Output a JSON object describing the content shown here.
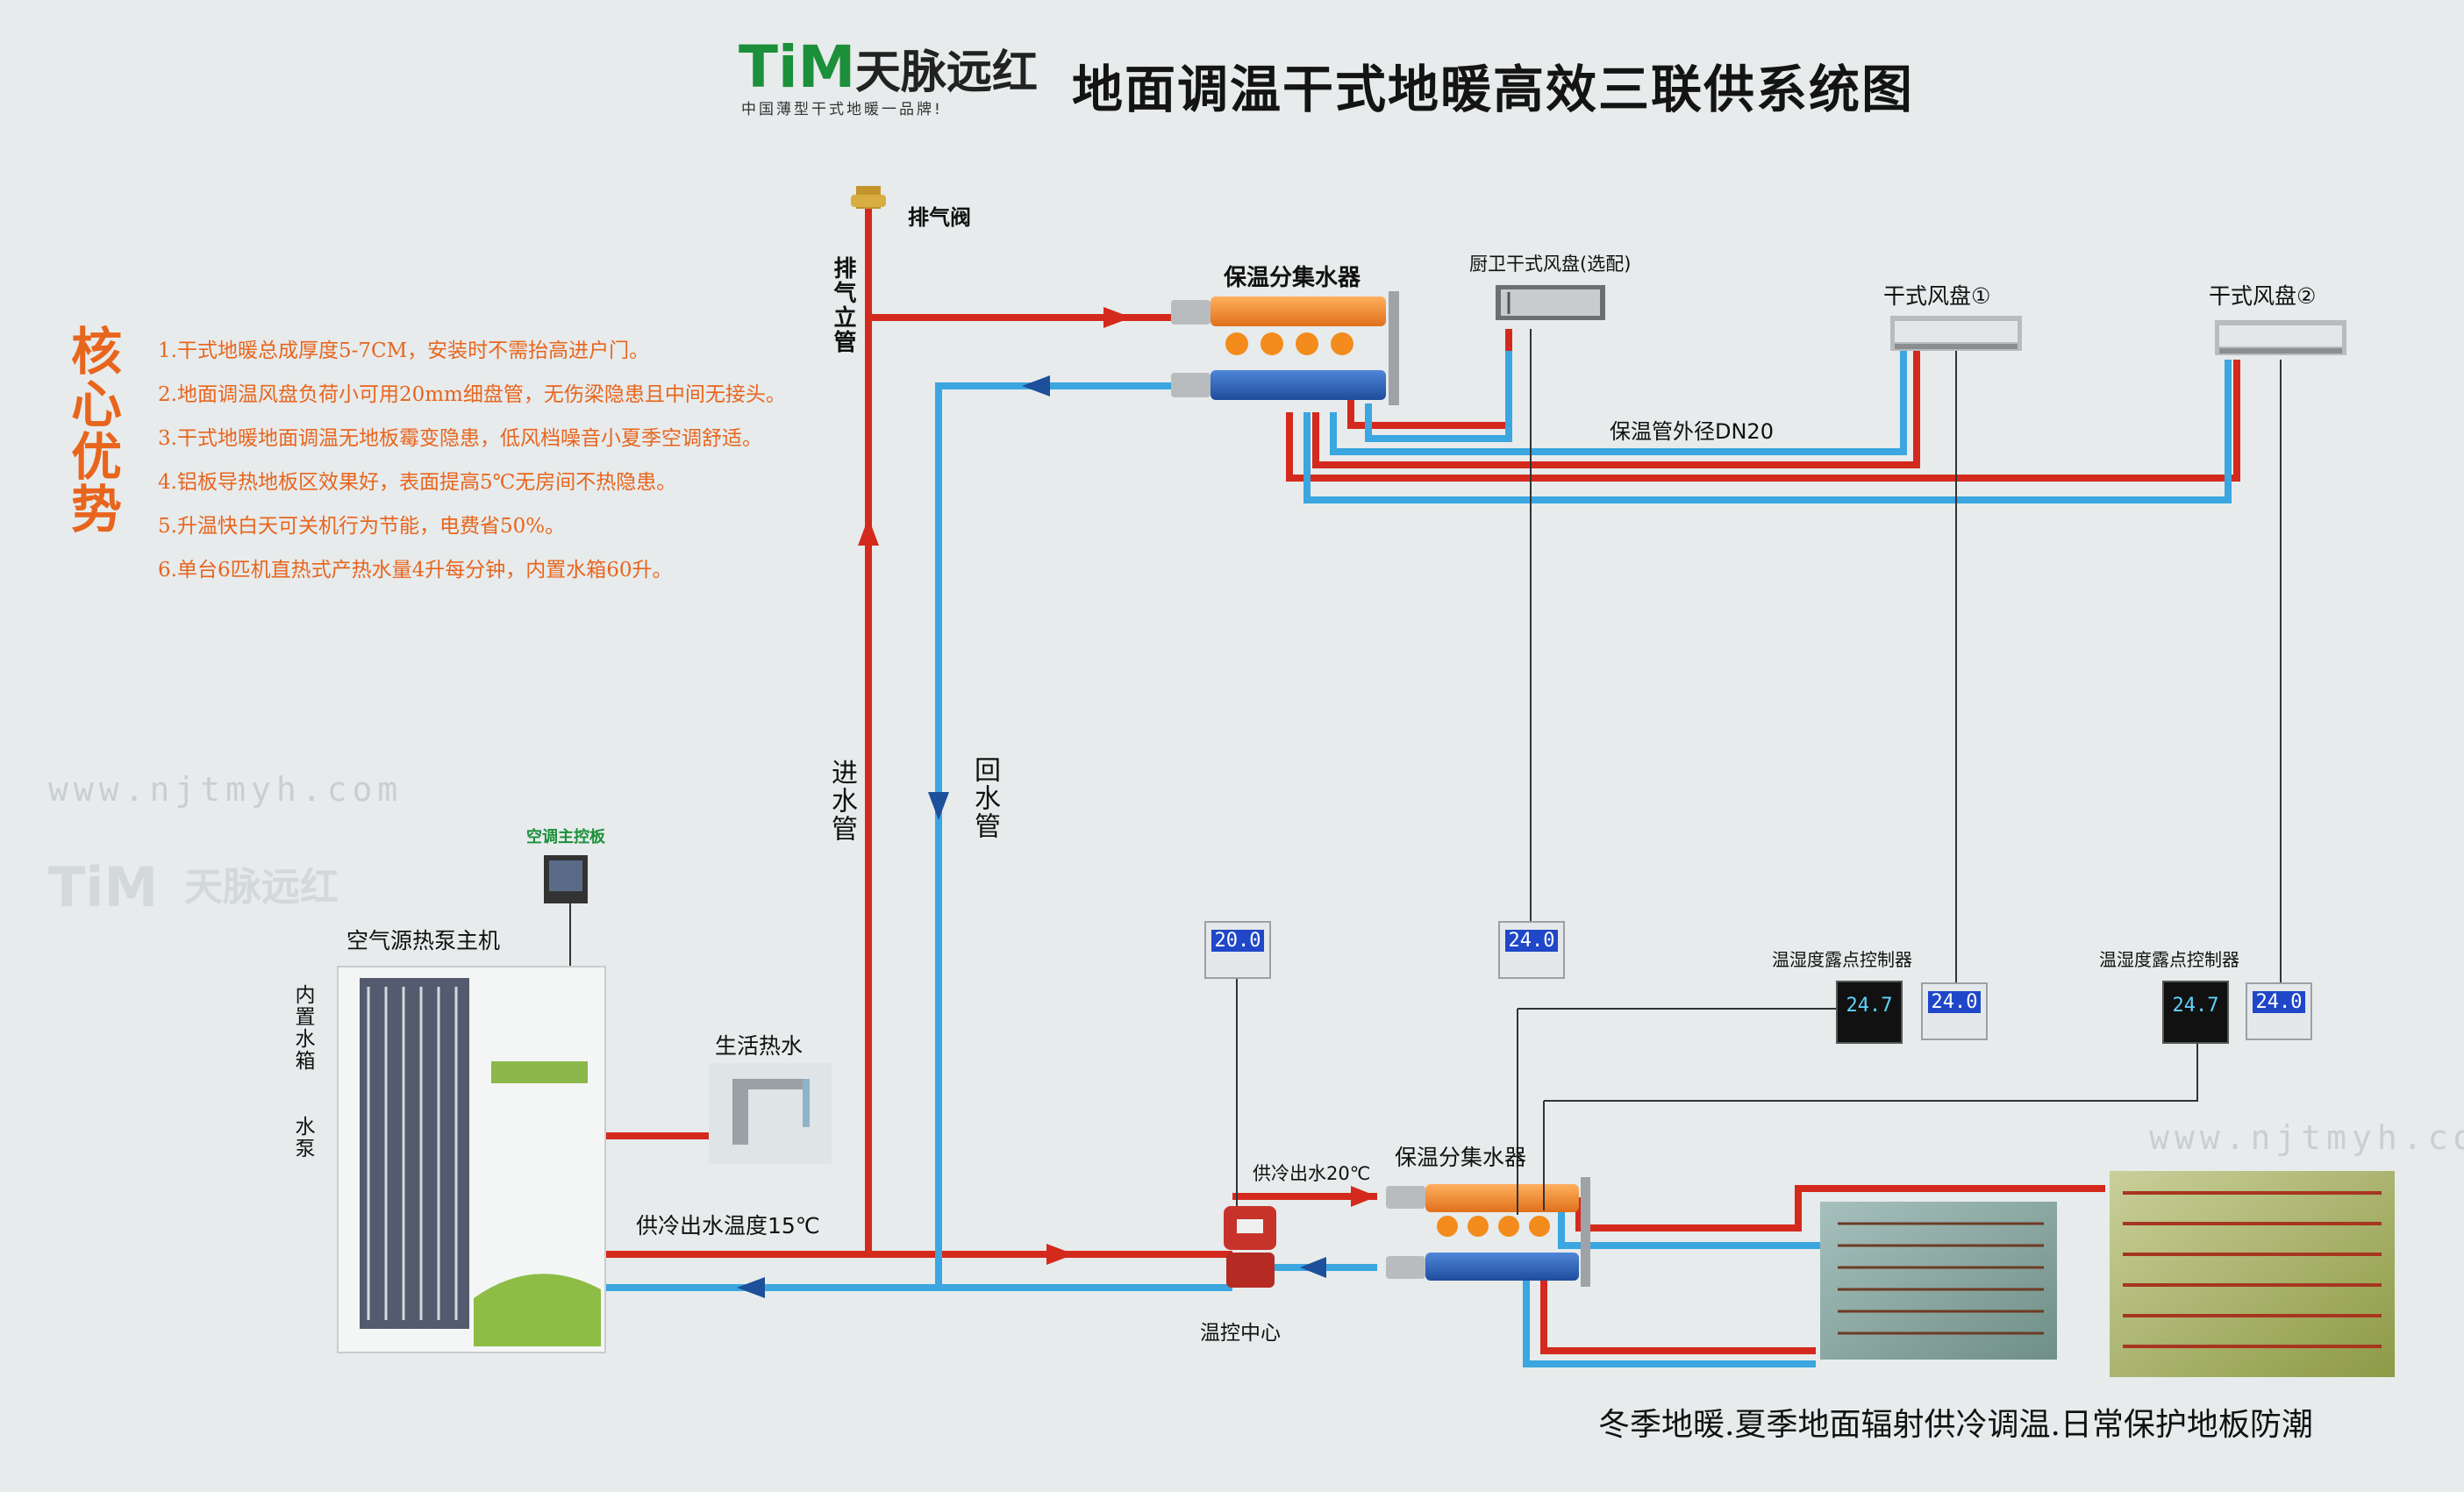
{
  "logo": {
    "mark": "TiM",
    "name": "天脉远红",
    "slogan": "中国薄型干式地暖一品牌!"
  },
  "title": "地面调温干式地暖高效三联供系统图",
  "advantages": {
    "heading": "核心优势",
    "items": [
      "1.干式地暖总成厚度5-7CM，安装时不需抬高进户门。",
      "2.地面调温风盘负荷小可用20mm细盘管，无伤梁隐患且中间无接头。",
      "3.干式地暖地面调温无地板霉变隐患，低风档噪音小夏季空调舒适。",
      "4.铝板导热地板区效果好，表面提高5℃无房间不热隐患。",
      "5.升温快白天可关机行为节能，电费省50%。",
      "6.单台6匹机直热式产热水量4升每分钟，内置水箱60升。"
    ]
  },
  "labels": {
    "exhaust_valve": "排气阀",
    "exhaust_riser": "排气立管",
    "manifold_top": "保温分集水器",
    "kitchen_fan": "厨卫干式风盘(选配)",
    "fan_coil_1": "干式风盘①",
    "fan_coil_2": "干式风盘②",
    "pipe_dn": "保温管外径DN20",
    "supply_pipe": "进水管",
    "return_pipe": "回水管",
    "ac_panel": "空调主控板",
    "heat_pump": "空气源热泵主机",
    "internal_tank": "内置水箱",
    "water_pump": "水泵",
    "hot_water": "生活热水",
    "cool_supply": "供冷出水温度15℃",
    "cool_supply_20": "供冷出水20℃",
    "manifold_bottom": "保温分集水器",
    "temp_center": "温控中心",
    "humidity_ctrl_1": "温湿度露点控制器",
    "humidity_ctrl_2": "温湿度露点控制器"
  },
  "thermostats": {
    "t1": "20.0",
    "t2": "24.0",
    "t3": "24.0",
    "t4": "24.0",
    "d1": "24.7",
    "d2": "24.7"
  },
  "watermarks": {
    "url": "www.njtmyh.com",
    "logo_mark": "TiM",
    "logo_name": "天脉远红"
  },
  "bottom_note": "冬季地暖.夏季地面辐射供冷调温.日常保护地板防潮",
  "colors": {
    "supply": "#d42a1d",
    "return": "#3ba6e0",
    "arrow_return": "#1d4f9a",
    "accent": "#e8651d"
  }
}
